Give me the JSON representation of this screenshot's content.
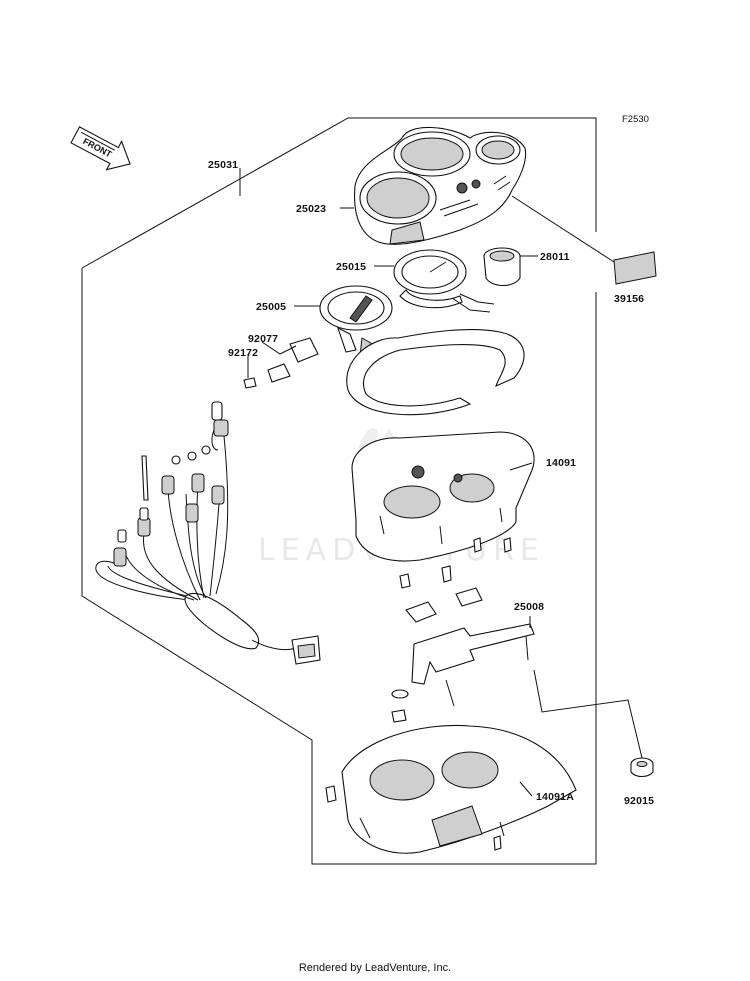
{
  "figure_code": "F2530",
  "front_arrow": "FRONT",
  "watermark": "LEADVENTURE",
  "footer": "Rendered by LeadVenture, Inc.",
  "parts": {
    "p25031": "25031",
    "p25023": "25023",
    "p25015": "25015",
    "p28011": "28011",
    "p39156": "39156",
    "p25005": "25005",
    "p92077": "92077",
    "p92172": "92172",
    "p14091": "14091",
    "p25008": "25008",
    "p14091A": "14091A",
    "p92015": "92015"
  }
}
